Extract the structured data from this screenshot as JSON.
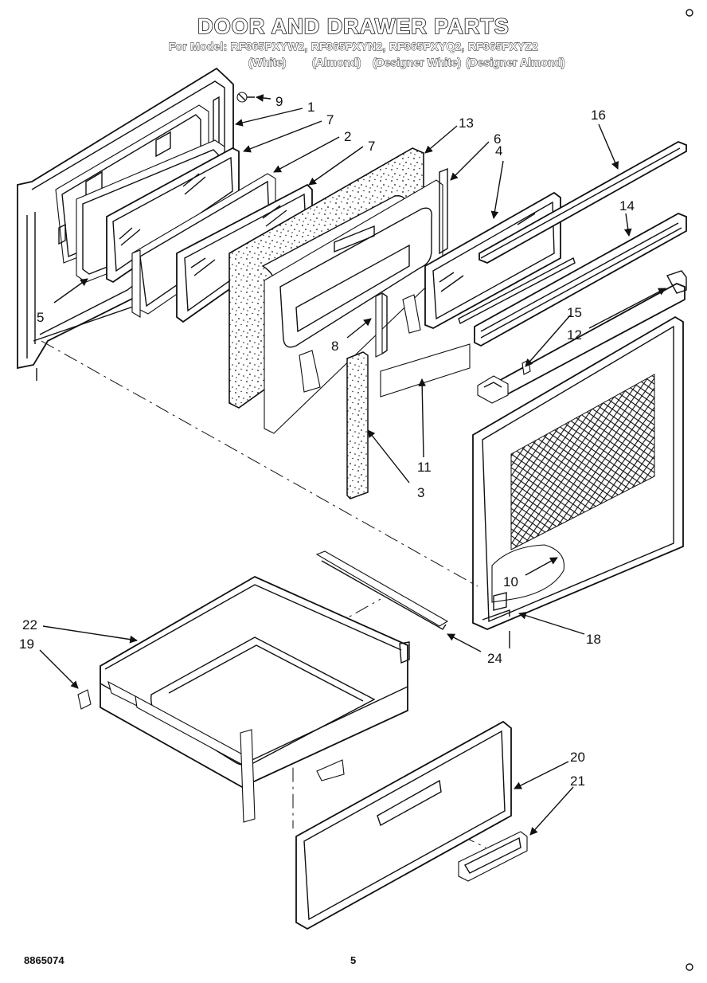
{
  "header": {
    "title": "DOOR AND DRAWER PARTS",
    "models_line": "For Model: RF365PXYW2, RF365PXYN2, RF365PXYQ2, RF365PXYZ2",
    "variants": [
      "(White)",
      "(Almond)",
      "(Designer White)",
      "(Designer Almond)"
    ]
  },
  "footer": {
    "doc_number": "8865074",
    "page_number": "5"
  },
  "callouts": [
    "9",
    "1",
    "7",
    "2",
    "7",
    "13",
    "6",
    "16",
    "4",
    "14",
    "5",
    "15",
    "12",
    "8",
    "11",
    "3",
    "10",
    "18",
    "22",
    "19",
    "24",
    "20",
    "21"
  ]
}
